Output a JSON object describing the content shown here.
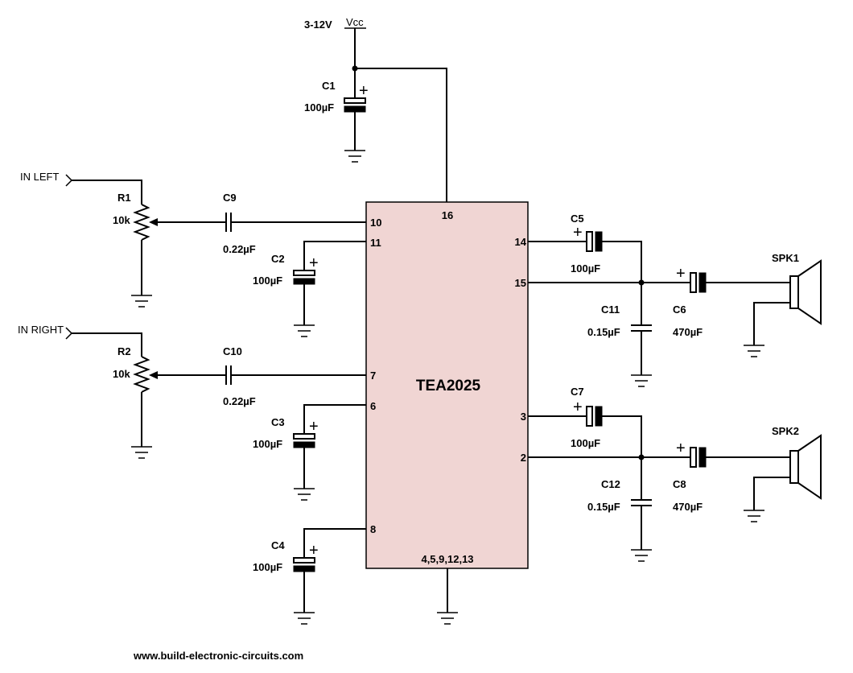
{
  "chip": {
    "name": "TEA2025",
    "fill_color": "#f0d5d3",
    "pin_top": "16",
    "pin_bottom": "4,5,9,12,13",
    "pin_10": "10",
    "pin_11": "11",
    "pin_7": "7",
    "pin_6": "6",
    "pin_8": "8",
    "pin_14": "14",
    "pin_15": "15",
    "pin_3": "3",
    "pin_2": "2"
  },
  "supply": {
    "voltage": "3-12V",
    "net": "Vcc"
  },
  "inputs": {
    "left": "IN LEFT",
    "right": "IN RIGHT"
  },
  "components": {
    "c1": {
      "ref": "C1",
      "value": "100µF"
    },
    "c2": {
      "ref": "C2",
      "value": "100µF"
    },
    "c3": {
      "ref": "C3",
      "value": "100µF"
    },
    "c4": {
      "ref": "C4",
      "value": "100µF"
    },
    "c5": {
      "ref": "C5",
      "value": "100µF"
    },
    "c6": {
      "ref": "C6",
      "value": "470µF"
    },
    "c7": {
      "ref": "C7",
      "value": "100µF"
    },
    "c8": {
      "ref": "C8",
      "value": "470µF"
    },
    "c9": {
      "ref": "C9",
      "value": "0.22µF"
    },
    "c10": {
      "ref": "C10",
      "value": "0.22µF"
    },
    "c11": {
      "ref": "C11",
      "value": "0.15µF"
    },
    "c12": {
      "ref": "C12",
      "value": "0.15µF"
    },
    "r1": {
      "ref": "R1",
      "value": "10k"
    },
    "r2": {
      "ref": "R2",
      "value": "10k"
    }
  },
  "speakers": {
    "spk1": "SPK1",
    "spk2": "SPK2"
  },
  "polarity_mark": "+",
  "footer": {
    "url": "www.build-electronic-circuits.com"
  }
}
